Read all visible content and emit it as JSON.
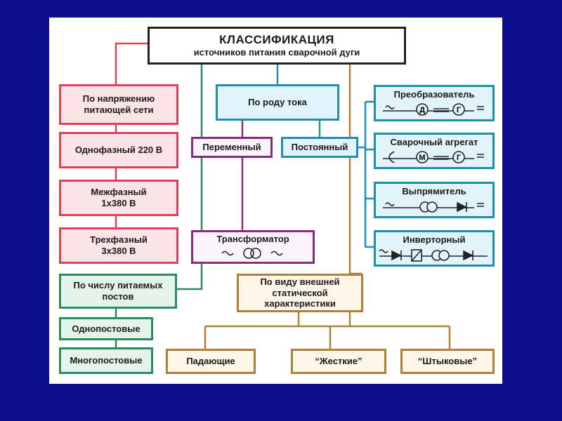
{
  "title": {
    "line1": "КЛАССИФИКАЦИЯ",
    "line2": "источников питания сварочной дуги"
  },
  "voltage": {
    "header": "По напряжению питающей сети",
    "items": [
      "Однофазный 220 В",
      "Межфазный 1х380 В",
      "Трехфазный 3х380 В"
    ]
  },
  "current": {
    "header": "По роду тока",
    "ac": "Переменный",
    "dc": "Постоянный",
    "transformer": "Трансформатор"
  },
  "dc_sources": [
    "Преобразователь",
    "Сварочный агрегат",
    "Выпрямитель",
    "Инверторный"
  ],
  "posts": {
    "header": "По числу питаемых постов",
    "items": [
      "Однопостовые",
      "Многопостовые"
    ]
  },
  "characteristic": {
    "header": "По виду внешней статической характеристики",
    "items": [
      "Падающие",
      "“Жесткие”",
      "“Штыковые”"
    ]
  },
  "symbols": {
    "motor_d": "Д",
    "gen_g": "Г",
    "motor_m": "М"
  },
  "colors": {
    "background": "#0d0f8f",
    "voltage": "#d9445a",
    "current": "#1f8fb0",
    "ac": "#8b2a7a",
    "posts": "#2a8a60",
    "characteristic": "#b0803a"
  }
}
